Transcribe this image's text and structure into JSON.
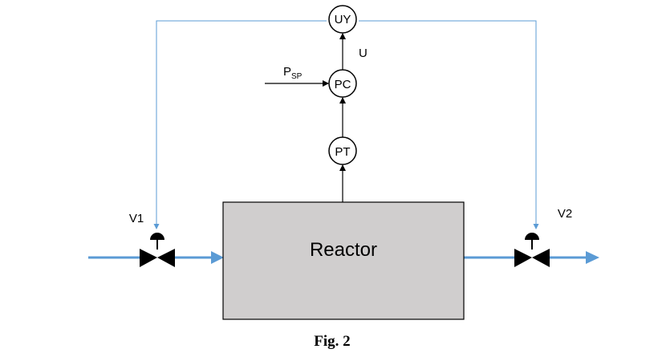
{
  "diagram": {
    "instruments": {
      "uy": "UY",
      "pc": "PC",
      "pt": "PT"
    },
    "signal_u": "U",
    "setpoint": {
      "main": "P",
      "sub": "SP"
    },
    "reactor": "Reactor",
    "valves": {
      "v1": "V1",
      "v2": "V2"
    },
    "caption": "Fig. 2"
  },
  "colors": {
    "process_line": "#5b9bd5",
    "signal_line": "#5b9bd5",
    "reactor_fill": "#d0cece",
    "valve": "#000000"
  }
}
